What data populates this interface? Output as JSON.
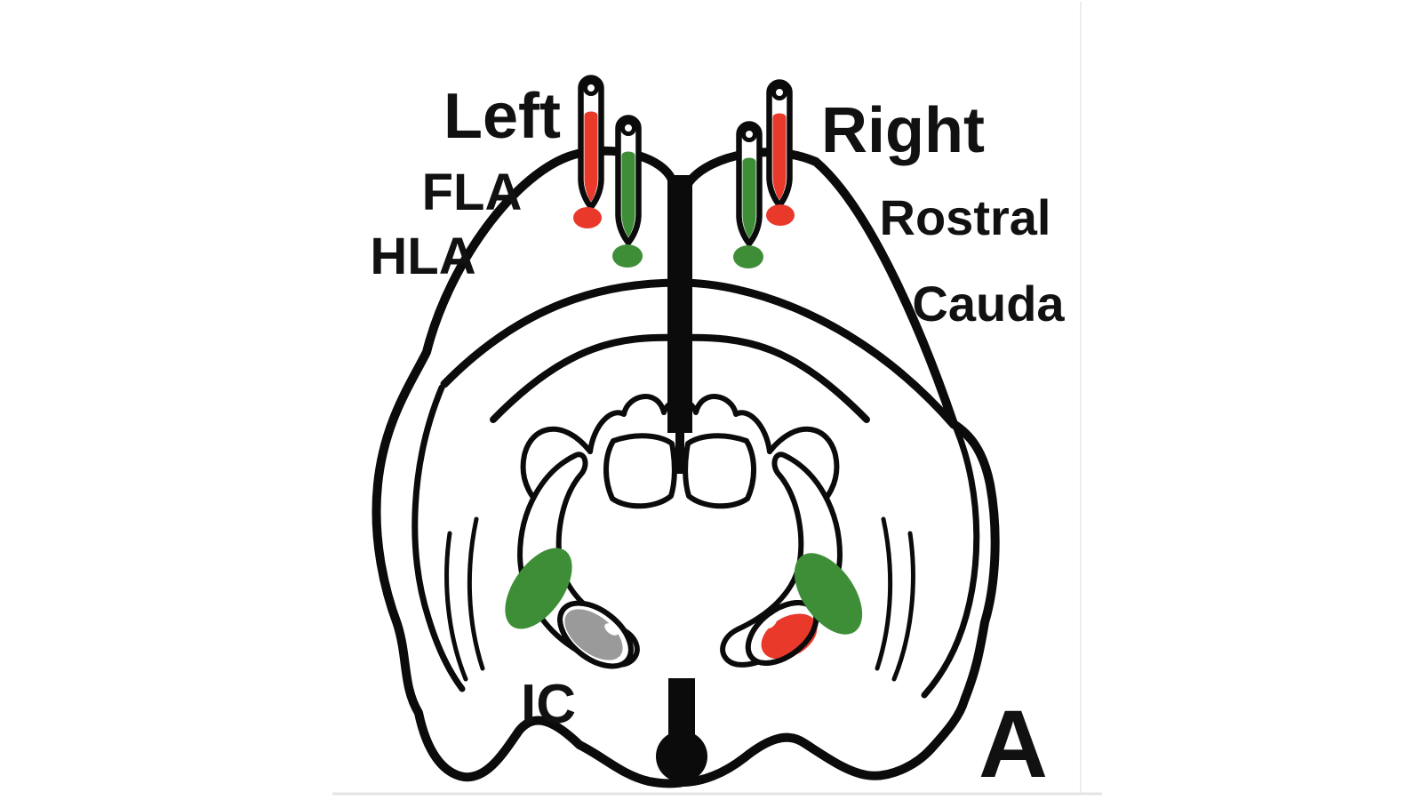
{
  "figure": {
    "panel_label": "A",
    "labels": {
      "left": "Left",
      "right": "Right",
      "fla": "FLA",
      "hla": "HLA",
      "rostral": "Rostral",
      "caudal": "Cauda",
      "ic": "IC"
    },
    "colors": {
      "fla_red": "#e8392b",
      "hla_green": "#3e8e38",
      "control_gray": "#9a9a9a",
      "outline_black": "#0b0b0b"
    },
    "probes": [
      {
        "side": "left",
        "tract": "FLA",
        "color": "#e8392b"
      },
      {
        "side": "left",
        "tract": "HLA",
        "color": "#3e8e38"
      },
      {
        "side": "right",
        "tract": "HLA",
        "color": "#3e8e38"
      },
      {
        "side": "right",
        "tract": "FLA",
        "color": "#e8392b"
      }
    ],
    "ic_patches": [
      {
        "side": "left",
        "colors": [
          "#3e8e38",
          "#9a9a9a"
        ]
      },
      {
        "side": "right",
        "colors": [
          "#3e8e38",
          "#e8392b"
        ]
      }
    ]
  }
}
